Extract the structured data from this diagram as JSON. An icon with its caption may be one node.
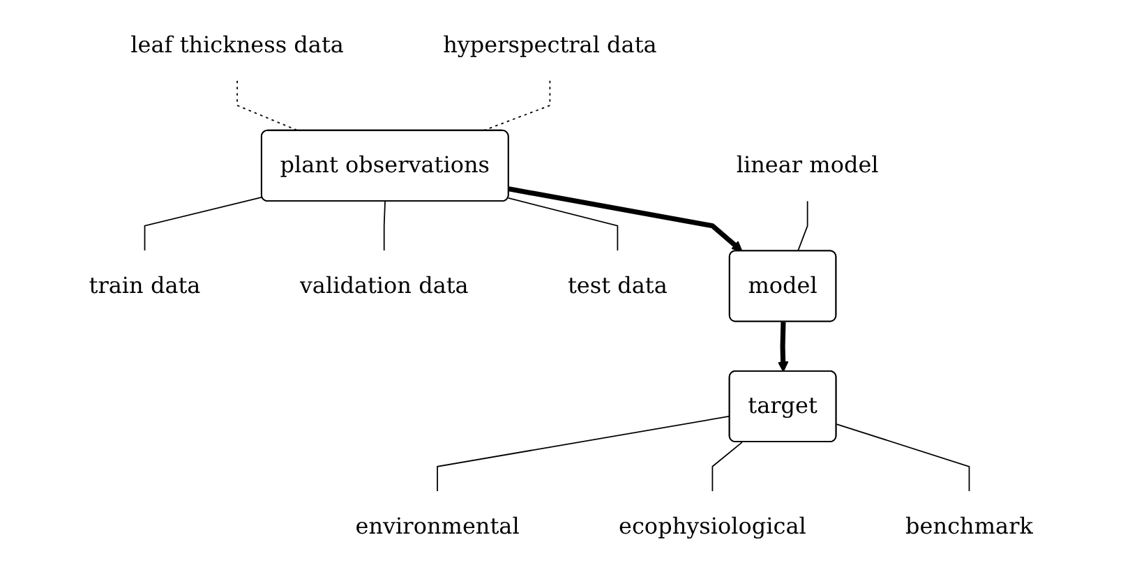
{
  "diagram": {
    "nodes": [
      {
        "text": [
          "leaf thickness data"
        ]
      },
      {
        "text": [
          "hyperspectral data"
        ]
      },
      {
        "text": [
          "plant observations"
        ]
      },
      {
        "text": [
          "train data"
        ]
      },
      {
        "text": [
          "validation data"
        ]
      },
      {
        "text": [
          "test data"
        ]
      },
      {
        "text": [
          "linear model"
        ]
      },
      {
        "text": [
          "model"
        ]
      },
      {
        "text": [
          "target"
        ]
      },
      {
        "text": [
          "environmental"
        ]
      },
      {
        "text": [
          "ecophysiological"
        ]
      },
      {
        "text": [
          "benchmark"
        ]
      }
    ],
    "edges": [
      {
        "from": 0,
        "to": 2,
        "arrow": "none",
        "style": "dashed"
      },
      {
        "from": 1,
        "to": 2,
        "arrow": "none",
        "style": "dashed"
      },
      {
        "from": 2,
        "to": 3,
        "arrow": "none"
      },
      {
        "from": 2,
        "to": 4,
        "arrow": "none"
      },
      {
        "from": 2,
        "to": 5,
        "arrow": "none"
      },
      {
        "from": 2,
        "to": 7,
        "arrow": "to",
        "style": "thick"
      },
      {
        "from": 6,
        "to": 7,
        "arrow": "none"
      },
      {
        "from": 7,
        "to": 8,
        "arrow": "to",
        "style": "thick"
      },
      {
        "from": 8,
        "to": 9,
        "arrow": "none"
      },
      {
        "from": 8,
        "to": 10,
        "arrow": "none"
      },
      {
        "from": 8,
        "to": 11,
        "arrow": "none"
      }
    ]
  }
}
